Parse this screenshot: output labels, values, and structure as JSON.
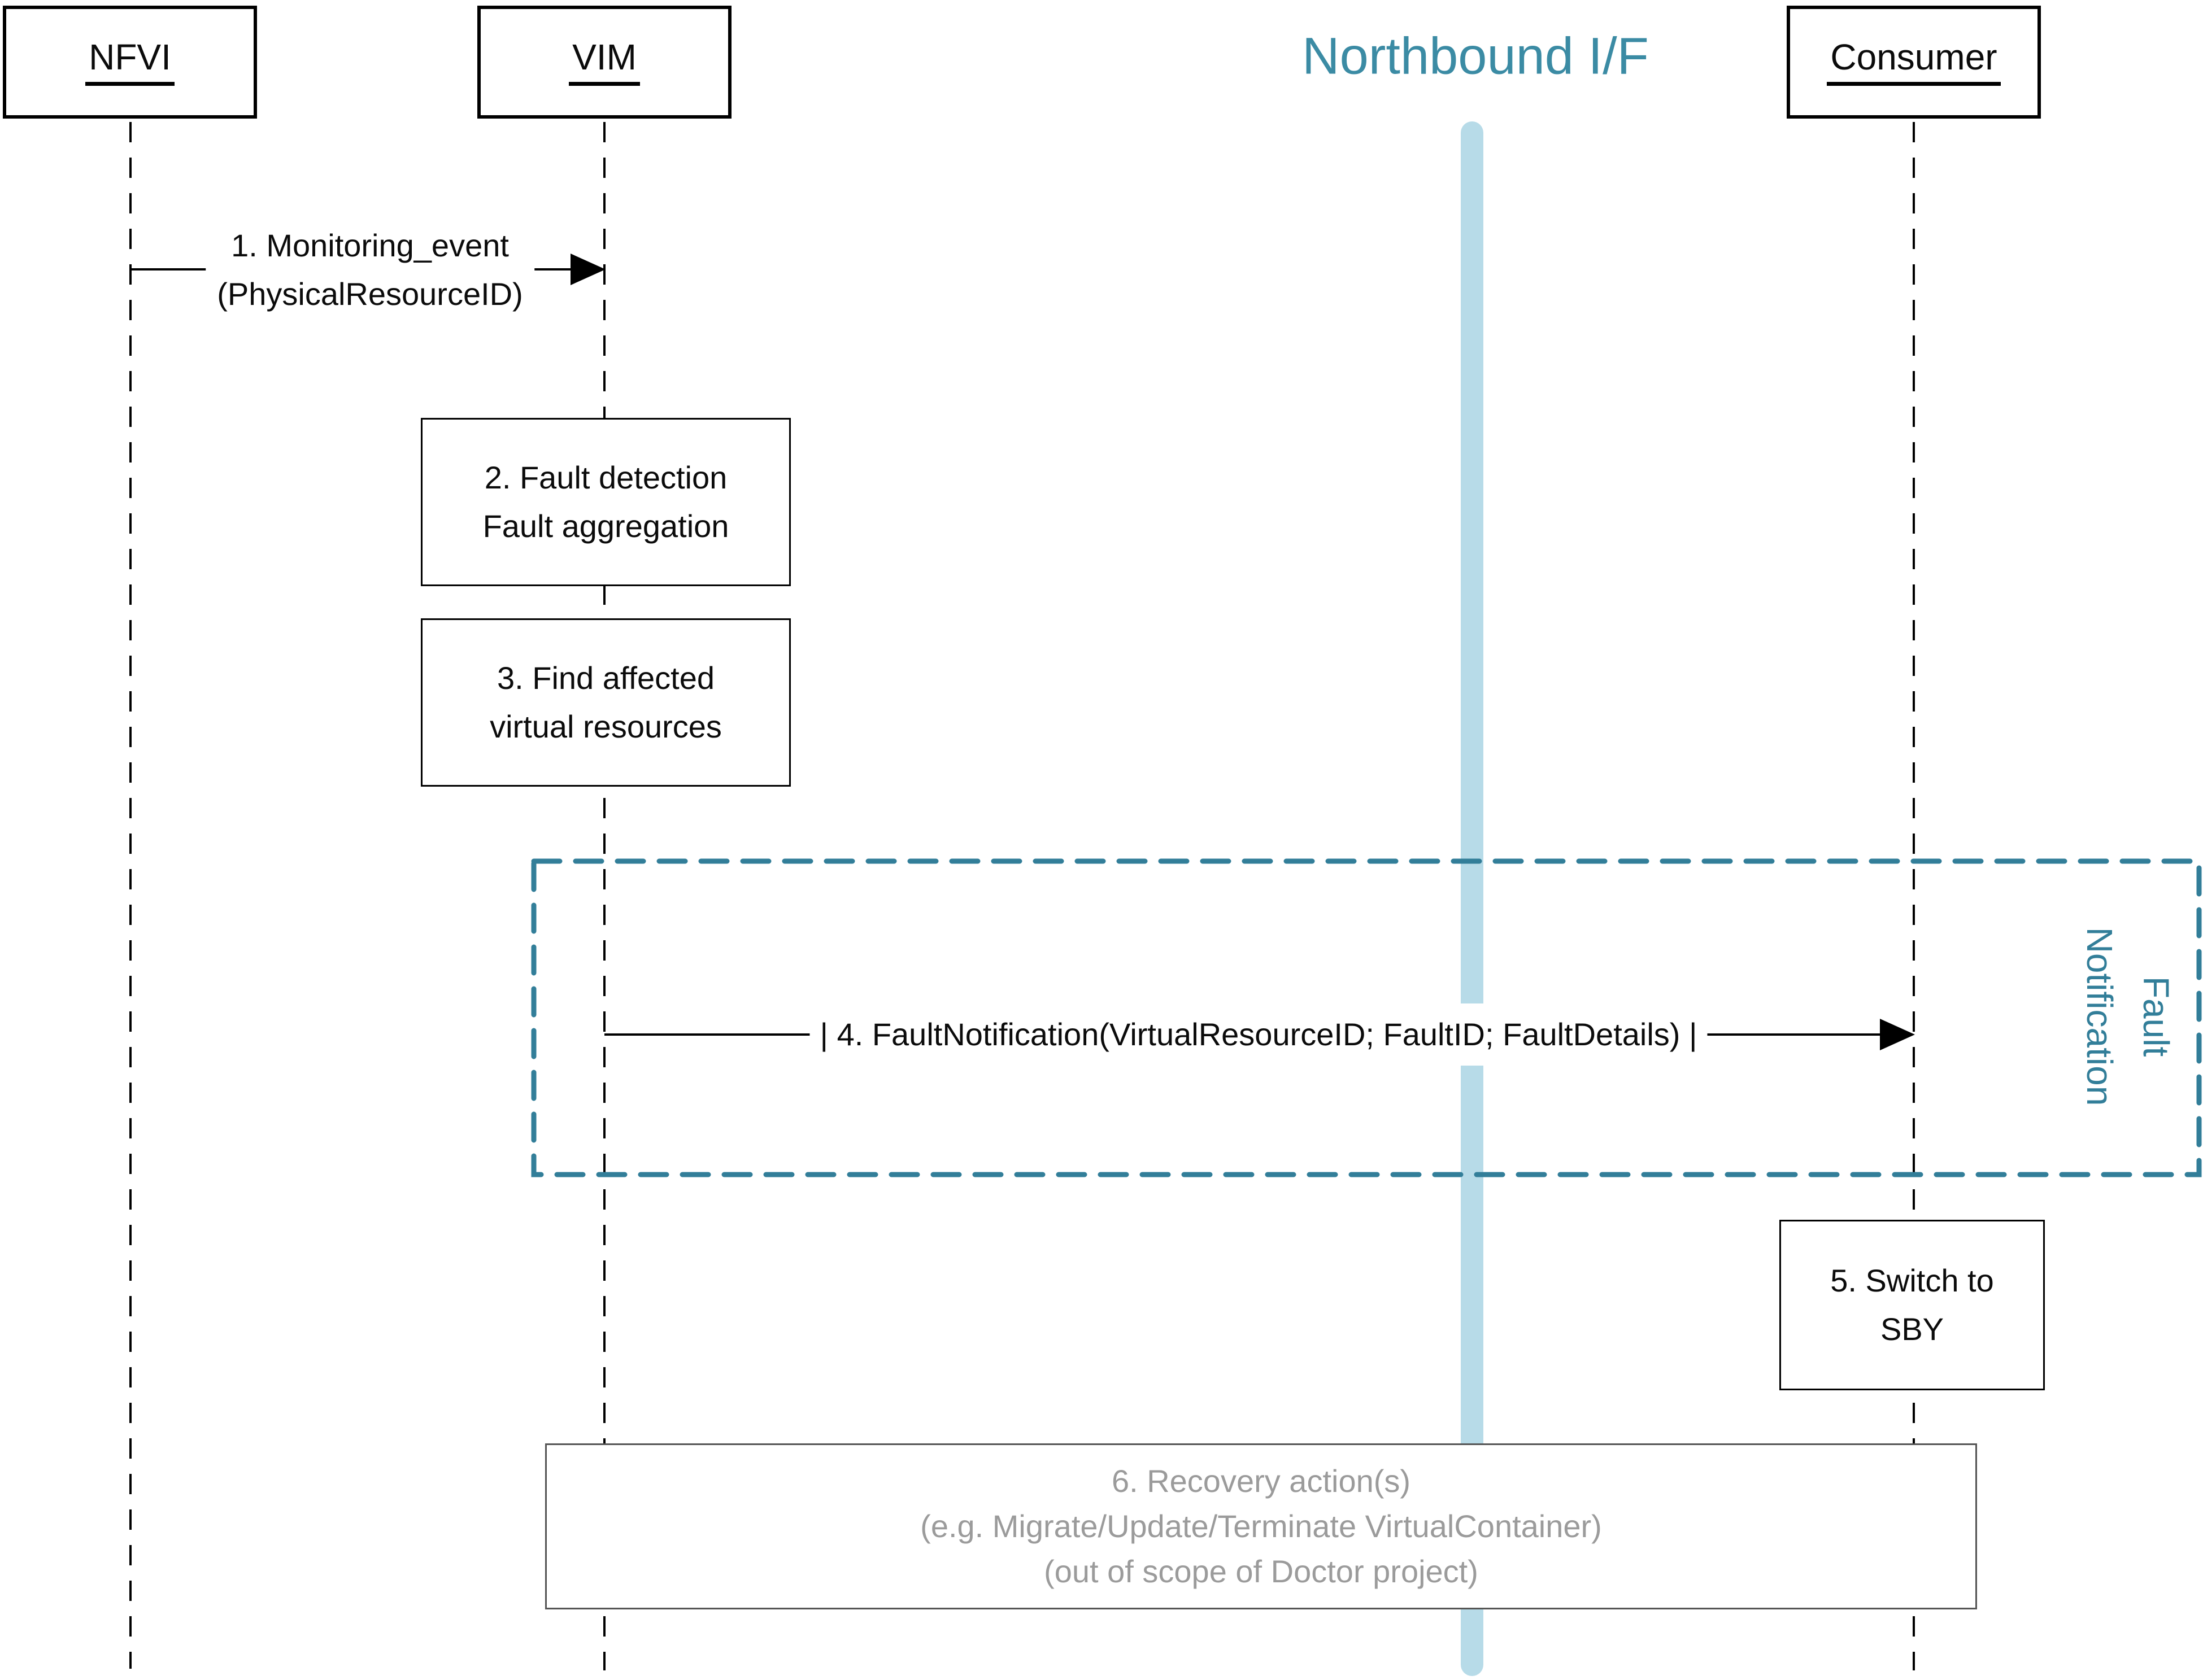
{
  "title": "Northbound I/F",
  "actors": {
    "nfvi": "NFVI",
    "vim": "VIM",
    "consumer": "Consumer"
  },
  "messages": {
    "monitoring_event": {
      "line1": "1. Monitoring_event",
      "line2": "(PhysicalResourceID)"
    },
    "fault_notification": {
      "label": "| 4. FaultNotification(VirtualResourceID; FaultID; FaultDetails) |"
    }
  },
  "steps": {
    "fault_detection": {
      "line1": "2. Fault detection",
      "line2": "Fault aggregation"
    },
    "find_affected": {
      "line1": "3. Find affected",
      "line2": "virtual resources"
    },
    "switch_to_sby": {
      "line1": "5. Switch to",
      "line2": "SBY"
    },
    "recovery": {
      "line1": "6. Recovery action(s)",
      "line2": "(e.g. Migrate/Update/Terminate VirtualContainer)",
      "line3": "(out of scope of Doctor project)"
    }
  },
  "frame": {
    "line1": "Fault",
    "line2": "Notification"
  },
  "colors": {
    "frame_teal": "#327e99",
    "title_teal": "#3b8ba4",
    "bar_blue": "#b7dbe8",
    "muted_gray": "#9b9b9b",
    "line_black": "#000000"
  }
}
